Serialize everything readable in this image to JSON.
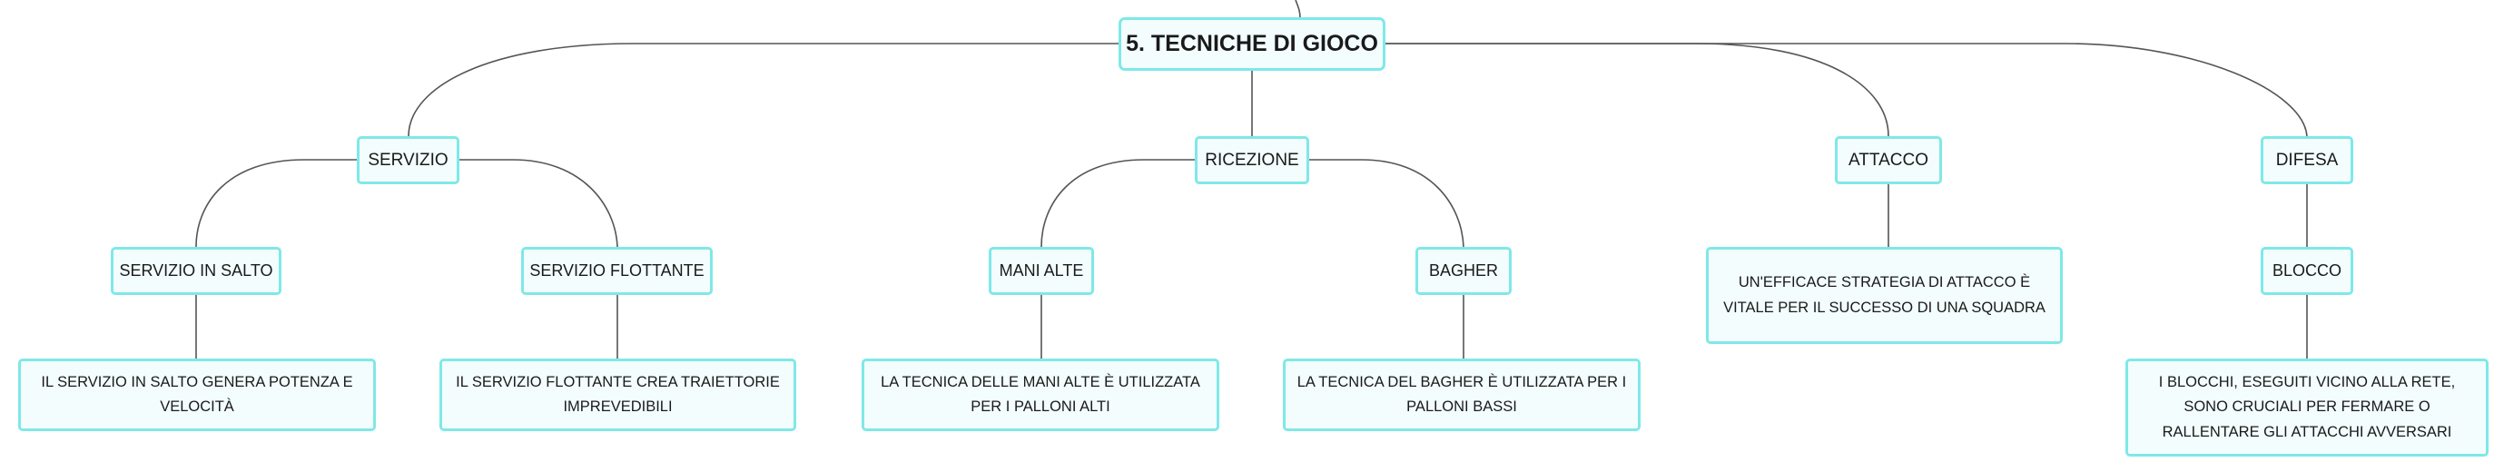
{
  "mindmap": {
    "root": {
      "label": "5. TECNICHE DI GIOCO"
    },
    "branches": [
      {
        "key": "servizio",
        "label": "SERVIZIO",
        "children": [
          {
            "key": "salto",
            "label": "SERVIZIO IN SALTO",
            "detail": "IL SERVIZIO IN SALTO GENERA POTENZA E VELOCITÀ"
          },
          {
            "key": "flottante",
            "label": "SERVIZIO FLOTTANTE",
            "detail": "IL SERVIZIO FLOTTANTE CREA TRAIETTORIE IMPREVEDIBILI"
          }
        ]
      },
      {
        "key": "ricezione",
        "label": "RICEZIONE",
        "children": [
          {
            "key": "mani-alte",
            "label": "MANI ALTE",
            "detail": "LA TECNICA DELLE MANI ALTE È UTILIZZATA PER I PALLONI ALTI"
          },
          {
            "key": "bagher",
            "label": "BAGHER",
            "detail": "LA TECNICA DEL BAGHER È UTILIZZATA PER I PALLONI BASSI"
          }
        ]
      },
      {
        "key": "attacco",
        "label": "ATTACCO",
        "detail": "UN'EFFICACE STRATEGIA DI ATTACCO È VITALE PER IL SUCCESSO DI UNA SQUADRA"
      },
      {
        "key": "difesa",
        "label": "DIFESA",
        "children": [
          {
            "key": "blocco",
            "label": "BLOCCO",
            "detail": "I BLOCCHI, ESEGUITI VICINO ALLA RETE, SONO CRUCIALI PER FERMARE O RALLENTARE GLI ATTACCHI AVVERSARI"
          }
        ]
      }
    ]
  },
  "colors": {
    "node_border": "#7fe8e8",
    "node_fill": "#f3fdfd",
    "connector": "#555555"
  }
}
